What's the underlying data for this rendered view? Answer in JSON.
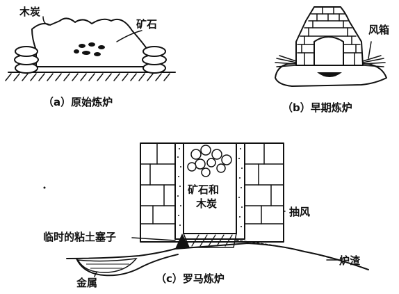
{
  "labels": {
    "a_charcoal": "木炭",
    "a_ore": "矿石",
    "a_caption": "（a）原始炼炉",
    "b_bellows": "风箱",
    "b_caption": "（b）早期炼炉",
    "c_ore_charcoal_line1": "矿石和",
    "c_ore_charcoal_line2": "木炭",
    "c_draft": "抽风",
    "c_clay_plug": "临时的粘土塞子",
    "c_slag": "炉渣",
    "c_metal": "金属",
    "c_caption": "（c）罗马炼炉"
  }
}
